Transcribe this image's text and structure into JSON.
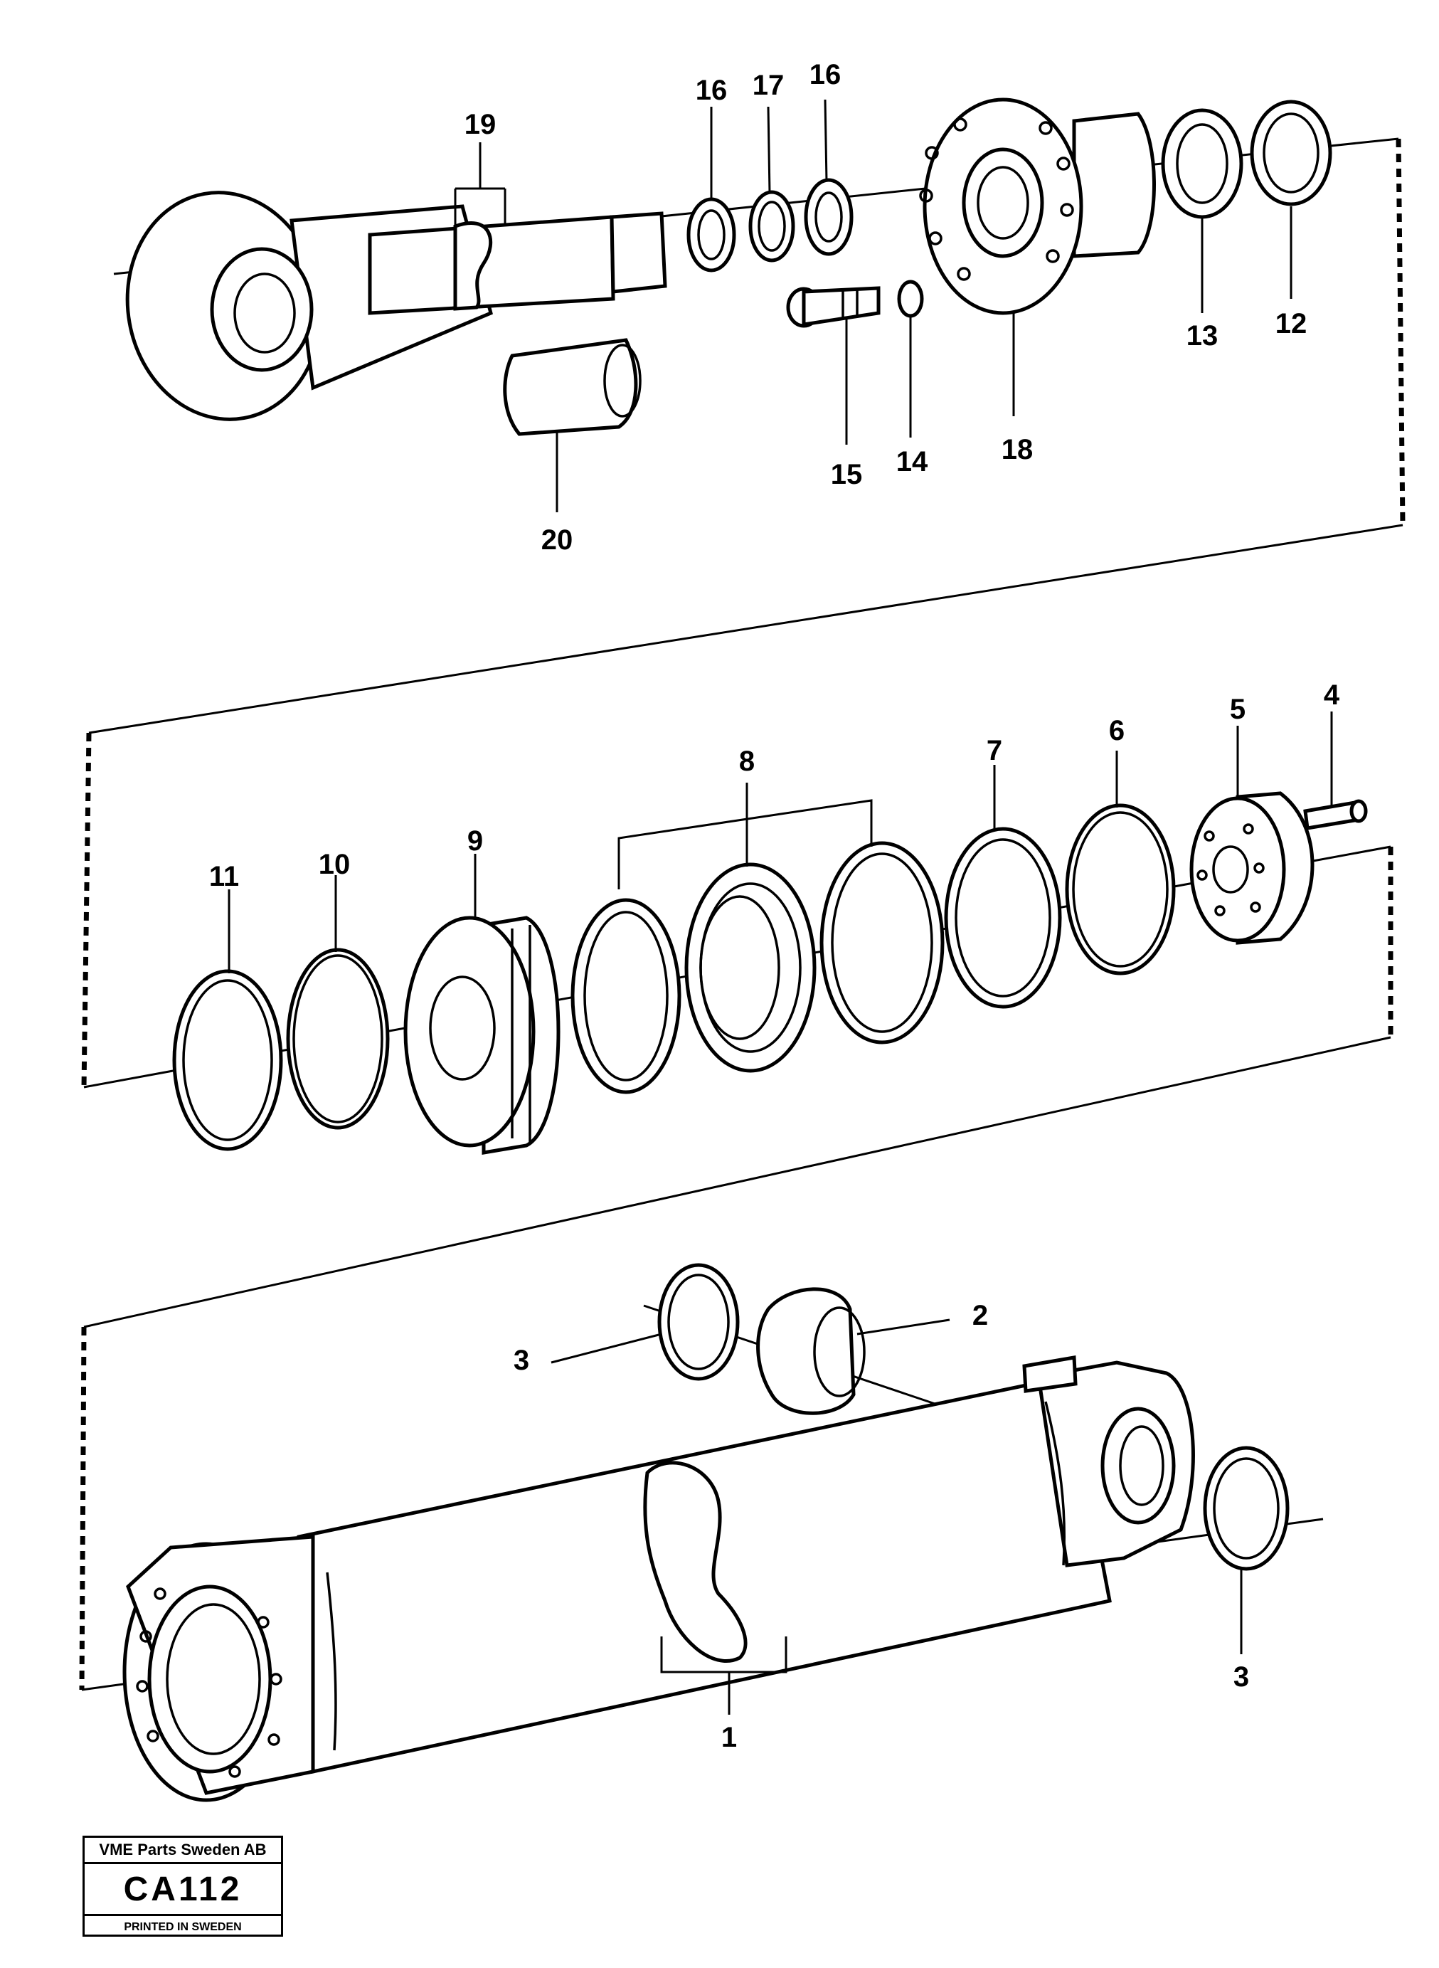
{
  "callouts": {
    "c19": "19",
    "c16a": "16",
    "c17": "17",
    "c16b": "16",
    "c13": "13",
    "c12": "12",
    "c15": "15",
    "c14": "14",
    "c18": "18",
    "c20": "20",
    "c11": "11",
    "c10": "10",
    "c9": "9",
    "c8": "8",
    "c7": "7",
    "c6": "6",
    "c5": "5",
    "c4": "4",
    "c3a": "3",
    "c2": "2",
    "c3b": "3",
    "c1": "1"
  },
  "stamp": {
    "company": "VME Parts Sweden AB",
    "code": "CA112",
    "printed": "PRINTED IN SWEDEN"
  }
}
